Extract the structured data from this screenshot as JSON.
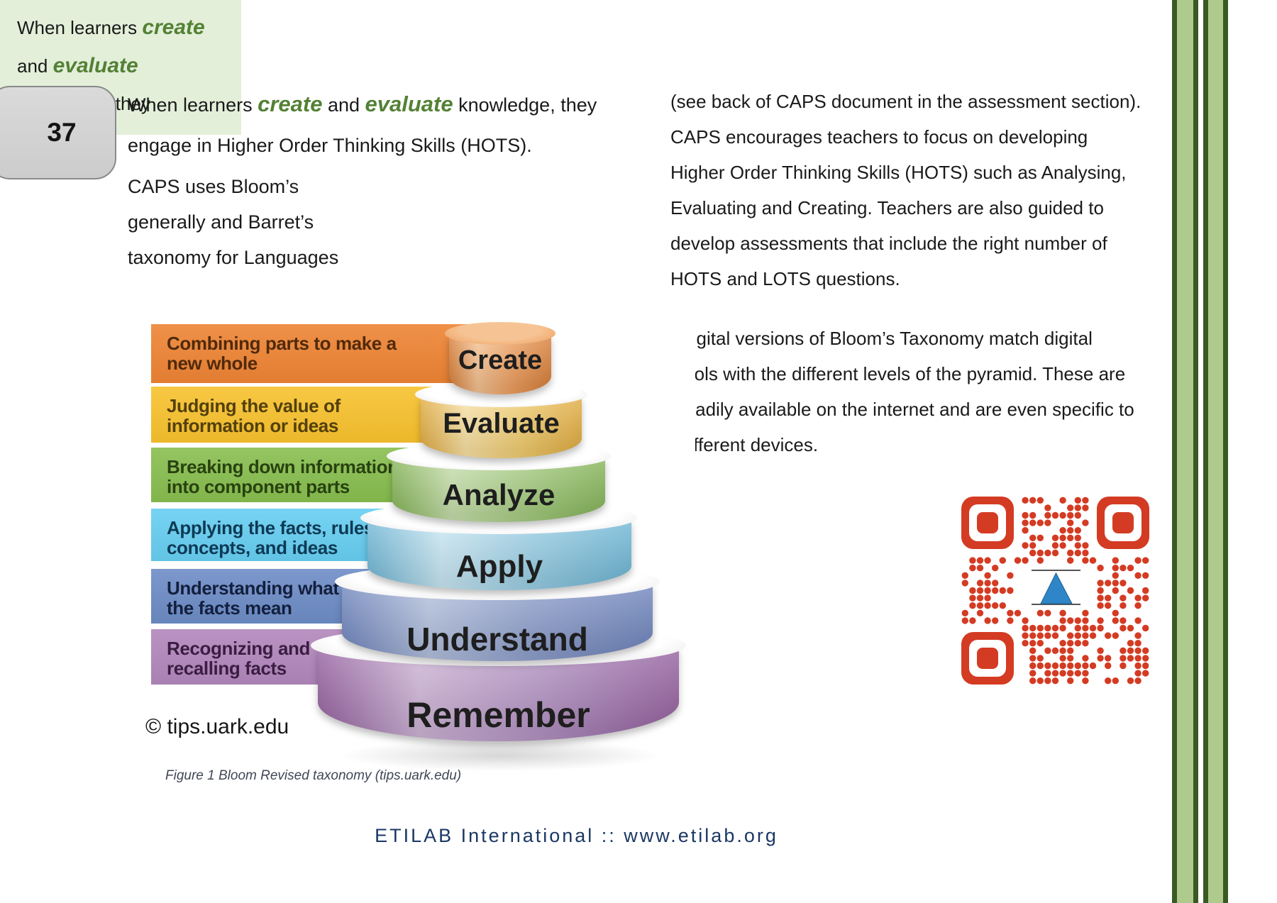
{
  "colors": {
    "green_word": "#538135",
    "green_box_bg": "#E3EFD9",
    "footer": "#1B3764",
    "stripe_light": "#AECB8D",
    "stripe_dark": "#3A5A23",
    "tab_border": "#8A8A8A",
    "caption": "#404756",
    "body_text": "#1A1A1A",
    "qr_red": "#D43B23",
    "qr_triangle": "#2E86C8",
    "qr_line": "#555555"
  },
  "tab": {
    "number": "37"
  },
  "intro": {
    "line1": [
      {
        "t": "When learners "
      },
      {
        "t": "create",
        "em": true
      },
      {
        "t": " and "
      },
      {
        "t": "evaluate",
        "em": true
      },
      {
        "t": " knowledge, they"
      }
    ],
    "line2": "engage in Higher Order Thinking Skills (HOTS)."
  },
  "side_note": {
    "lines": [
      "CAPS uses Bloom’s",
      "generally and Barret’s",
      "taxonomy for Languages"
    ]
  },
  "green_box": {
    "line1": [
      {
        "t": "When learners "
      },
      {
        "t": "create",
        "em": true
      }
    ],
    "line2": [
      {
        "t": "and "
      },
      {
        "t": "evaluate",
        "em": true
      }
    ],
    "line3": "knowledge, they"
  },
  "right_col": {
    "para1_lines": [
      "(see back of CAPS document in the assessment section).",
      "CAPS encourages teachers to focus on developing",
      "Higher Order Thinking Skills (HOTS) such as Analysing,",
      "Evaluating and Creating. Teachers are also guided to",
      "develop assessments that include the right number of",
      "HOTS and LOTS questions."
    ],
    "para2_lines": [
      "Digital versions of Bloom’s Taxonomy match digital",
      "tools with the different levels of the pyramid. These are",
      "readily available on the internet and are even specific to",
      "different devices."
    ]
  },
  "pyramid": {
    "levels": [
      {
        "name": "Create",
        "desc_lines": [
          "Combining parts to make a",
          "new whole"
        ],
        "bar": "#EE8434",
        "band": "#EFA061",
        "band_light": "#F6C494",
        "band_dark": "#D87F38",
        "text": "#512A0B"
      },
      {
        "name": "Evaluate",
        "desc_lines": [
          "Judging the value of",
          "information or ideas"
        ],
        "bar": "#F8C22E",
        "band": "#F3CF72",
        "band_light": "#FBE3A6",
        "band_dark": "#E2AC41",
        "text": "#53400C"
      },
      {
        "name": "Analyze",
        "desc_lines": [
          "Breaking down information",
          "into component parts"
        ],
        "bar": "#88BE4F",
        "band": "#A8CE84",
        "band_light": "#C8E0AD",
        "band_dark": "#85B558",
        "text": "#28420F"
      },
      {
        "name": "Apply",
        "desc_lines": [
          "Applying the facts, rules,",
          "concepts, and ideas"
        ],
        "bar": "#67CEF1",
        "band": "#9BD0E6",
        "band_light": "#CBE9F5",
        "band_dark": "#6FB7D6",
        "text": "#0D3A55"
      },
      {
        "name": "Understand",
        "desc_lines": [
          "Understanding what",
          "the facts mean"
        ],
        "bar": "#6D8CC6",
        "band": "#8FA0CD",
        "band_light": "#B5C2DF",
        "band_dark": "#6F85BD",
        "text": "#131F3D"
      },
      {
        "name": "Remember",
        "desc_lines": [
          "Recognizing and",
          "recalling facts"
        ],
        "bar": "#B287BC",
        "band": "#B494C4",
        "band_light": "#CFB6D8",
        "band_dark": "#95619F",
        "text": "#3A1D42"
      }
    ],
    "credit": "© tips.uark.edu",
    "caption": "Figure 1 Bloom Revised taxonomy (tips.uark.edu)"
  },
  "footer": {
    "text": "ETILAB International  ::  www.etilab.org"
  }
}
